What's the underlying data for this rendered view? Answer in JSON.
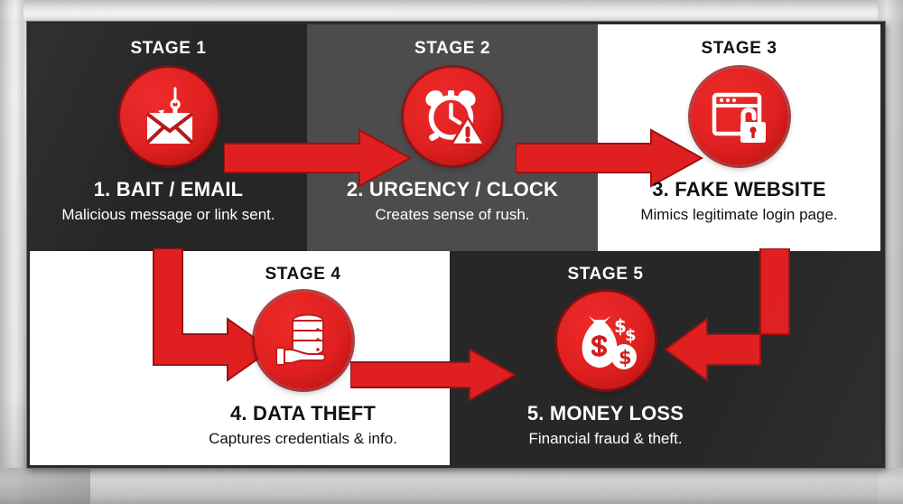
{
  "infographic": {
    "theme": {
      "accent_red": "#E02020",
      "accent_red_dark": "#A81111",
      "dark_panel": "#262626",
      "mid_panel": "#4C4C4C",
      "light_panel": "#FFFFFF",
      "frame_metal": "#C9CBCC"
    },
    "stages": [
      {
        "stage_label": "STAGE 1",
        "title": "1. BAIT / EMAIL",
        "description": "Malicious message or link sent.",
        "icon": "hook-envelope-icon"
      },
      {
        "stage_label": "STAGE 2",
        "title": "2. URGENCY / CLOCK",
        "description": "Creates sense of rush.",
        "icon": "alarm-clock-warning-icon"
      },
      {
        "stage_label": "STAGE 3",
        "title": "3. FAKE WEBSITE",
        "description": "Mimics legitimate login page.",
        "icon": "browser-window-open-padlock-icon"
      },
      {
        "stage_label": "STAGE 4",
        "title": "4. DATA THEFT",
        "description": "Captures credentials & info.",
        "icon": "database-on-hand-icon"
      },
      {
        "stage_label": "STAGE 5",
        "title": "5. MONEY LOSS",
        "description": "Financial fraud & theft.",
        "icon": "money-bag-dollar-icon"
      }
    ],
    "connectors": [
      {
        "name": "arrow-stage1-to-stage2",
        "shape": "straight-right"
      },
      {
        "name": "arrow-stage2-to-stage3",
        "shape": "straight-right"
      },
      {
        "name": "arrow-stage3-to-stage4",
        "shape": "elbow-down-right"
      },
      {
        "name": "arrow-stage4-to-stage5",
        "shape": "straight-right"
      },
      {
        "name": "arrow-loop-back",
        "shape": "elbow-down-left"
      }
    ]
  }
}
